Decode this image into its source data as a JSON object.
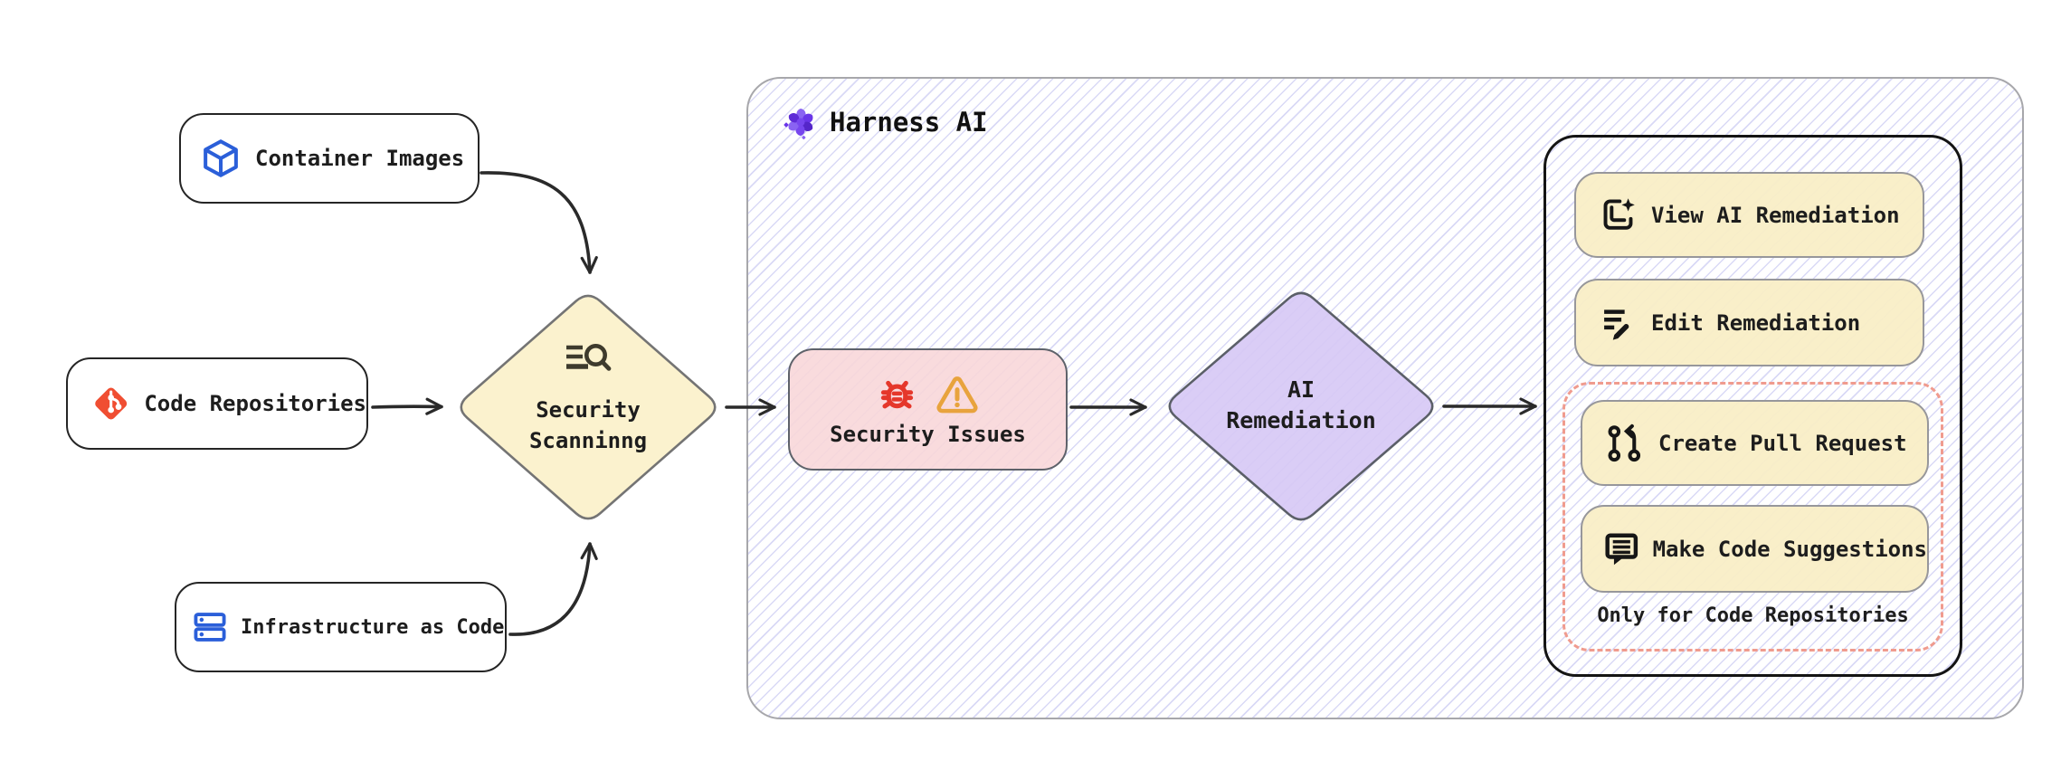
{
  "sources": [
    {
      "label": "Container Images",
      "icon": "cube-icon"
    },
    {
      "label": "Code Repositories",
      "icon": "git-icon"
    },
    {
      "label": "Infrastructure as Code",
      "icon": "server-stack-icon"
    }
  ],
  "scanning": {
    "line1": "Security",
    "line2": "Scanninng",
    "icon": "search-list-icon"
  },
  "issues": {
    "label": "Security Issues",
    "icons": [
      "bug-icon",
      "warning-triangle-icon"
    ]
  },
  "remediation": {
    "line1": "AI",
    "line2": "Remediation"
  },
  "harness": {
    "title": "Harness AI",
    "icon": "harness-ai-logo-icon"
  },
  "actions": {
    "view": "View AI Remediation",
    "edit": "Edit Remediation",
    "create_pr": "Create Pull Request",
    "suggest": "Make Code Suggestions",
    "note": "Only for Code Repositories"
  },
  "colors": {
    "node_yellow": "#FBF2CE",
    "pill_yellow": "#F9EEC5",
    "issues_pink": "#F8D8DA",
    "remediation_purple": "#DCD2F7",
    "dashed_salmon": "#F09B8E",
    "icon_blue": "#2B5FD9",
    "git_orange": "#F04E32",
    "bug_red": "#E5372B",
    "warning_orange": "#E8A33D",
    "harness_purple": "#6C3BEA",
    "stroke_dark": "#2A2A2A",
    "hatch_lavender": "#8282E1"
  }
}
